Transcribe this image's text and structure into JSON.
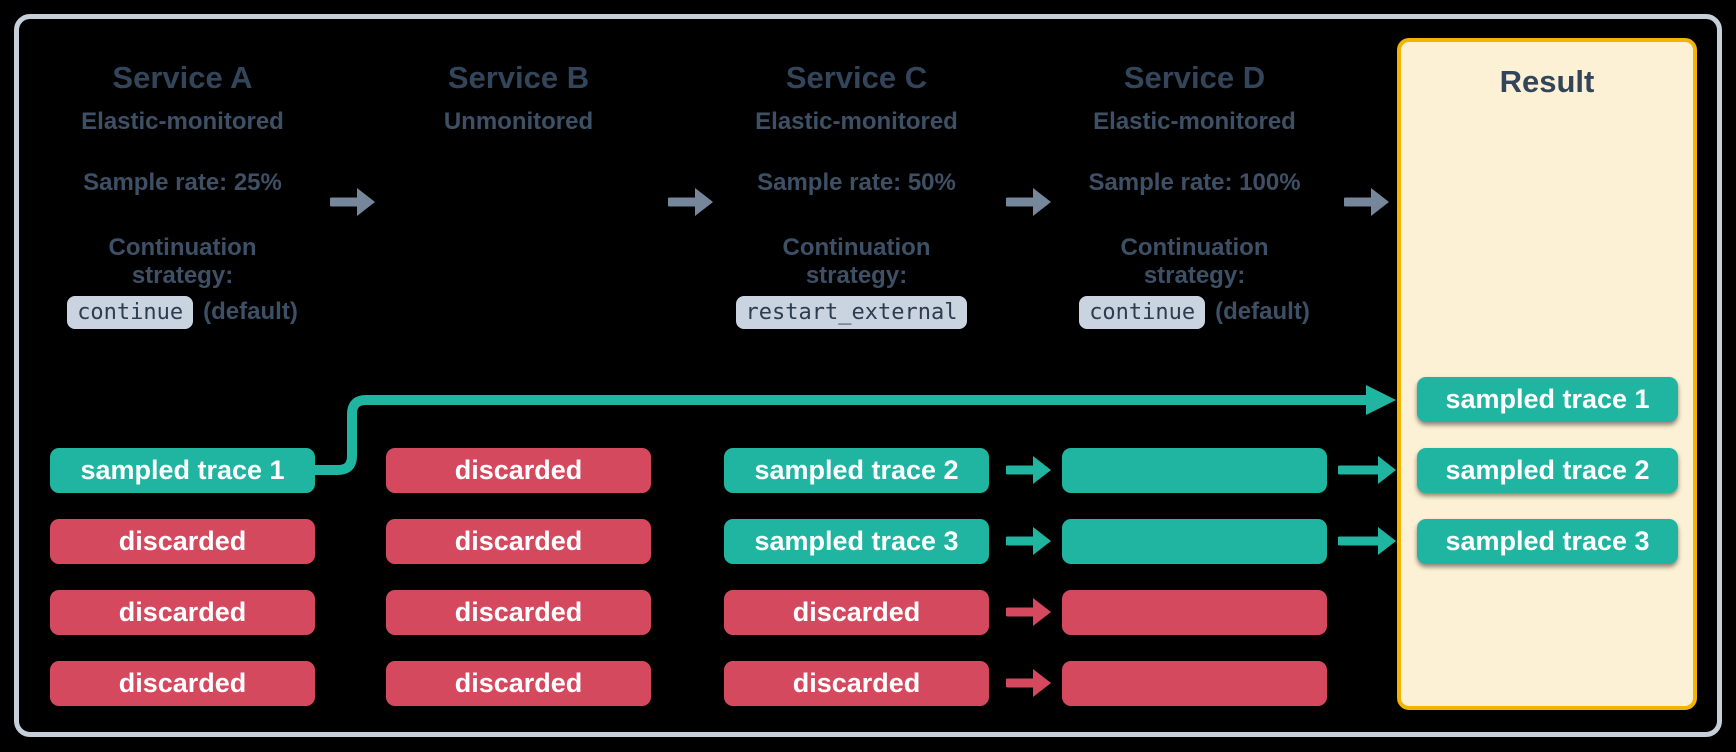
{
  "colors": {
    "teal": "#1FB5A1",
    "red": "#D5495F",
    "frame": "#C6D0DB",
    "box_border": "#B9C5D3",
    "title": "#33455A",
    "body": "#3E5066",
    "code_bg": "#C9D4E0",
    "code_text": "#2D3C4E",
    "cream": "#FCF1D4",
    "gold": "#F1B400",
    "slate_arrow": "#76879B"
  },
  "services": [
    {
      "title": "Service A",
      "monitoring": "Elastic-monitored",
      "sample_rate": "Sample rate: 25%",
      "strategy_label": "Continuation strategy:",
      "strategy_code": "continue",
      "strategy_suffix": "(default)"
    },
    {
      "title": "Service B",
      "monitoring": "Unmonitored"
    },
    {
      "title": "Service C",
      "monitoring": "Elastic-monitored",
      "sample_rate": "Sample rate: 50%",
      "strategy_label": "Continuation strategy:",
      "strategy_code": "restart_external",
      "strategy_suffix": ""
    },
    {
      "title": "Service D",
      "monitoring": "Elastic-monitored",
      "sample_rate": "Sample rate: 100%",
      "strategy_label": "Continuation strategy:",
      "strategy_code": "continue",
      "strategy_suffix": "(default)"
    }
  ],
  "trace_columns": [
    {
      "pills": [
        {
          "label": "sampled trace 1",
          "type": "sampled"
        },
        {
          "label": "discarded",
          "type": "discarded"
        },
        {
          "label": "discarded",
          "type": "discarded"
        },
        {
          "label": "discarded",
          "type": "discarded"
        }
      ]
    },
    {
      "pills": [
        {
          "label": "discarded",
          "type": "discarded"
        },
        {
          "label": "discarded",
          "type": "discarded"
        },
        {
          "label": "discarded",
          "type": "discarded"
        },
        {
          "label": "discarded",
          "type": "discarded"
        }
      ]
    },
    {
      "pills": [
        {
          "label": "sampled trace 2",
          "type": "sampled"
        },
        {
          "label": "sampled trace 3",
          "type": "sampled"
        },
        {
          "label": "discarded",
          "type": "discarded"
        },
        {
          "label": "discarded",
          "type": "discarded"
        }
      ]
    },
    {
      "pills": [
        {
          "label": "",
          "type": "sampled"
        },
        {
          "label": "",
          "type": "sampled"
        },
        {
          "label": "",
          "type": "discarded"
        },
        {
          "label": "",
          "type": "discarded"
        }
      ]
    }
  ],
  "result": {
    "title": "Result",
    "traces": [
      {
        "label": "sampled trace 1",
        "type": "sampled"
      },
      {
        "label": "sampled trace 2",
        "type": "sampled"
      },
      {
        "label": "sampled trace 3",
        "type": "sampled"
      }
    ]
  }
}
